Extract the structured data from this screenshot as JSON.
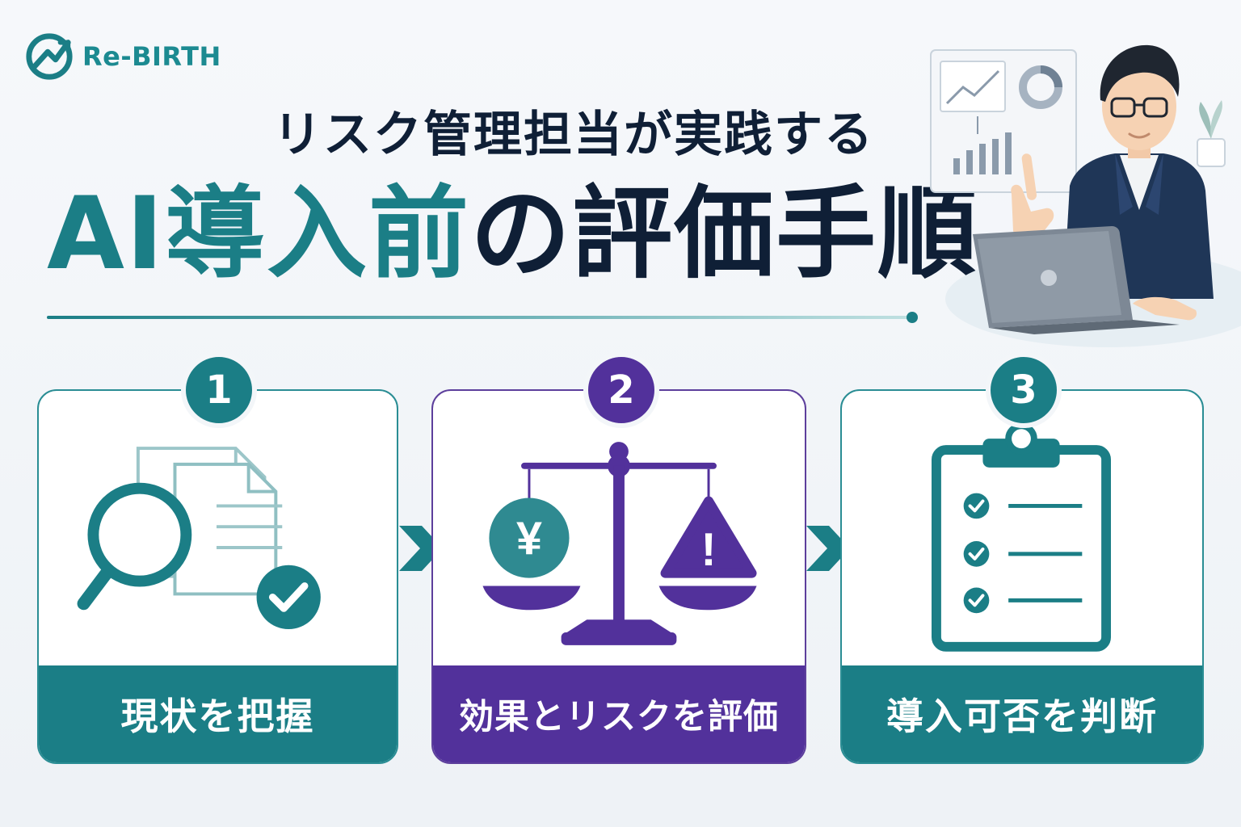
{
  "brand": {
    "name": "Re-BIRTH"
  },
  "header": {
    "subtitle": "リスク管理担当が実践する",
    "title_accent": "AI導入前",
    "title_rest": "の評価手順"
  },
  "steps": [
    {
      "number": "1",
      "label": "現状を把握",
      "icon": "magnifier-document-check-icon"
    },
    {
      "number": "2",
      "label": "効果とリスクを評価",
      "icon": "balance-scale-icon"
    },
    {
      "number": "3",
      "label": "導入可否を判断",
      "icon": "clipboard-checklist-icon"
    }
  ],
  "icons": {
    "yen_symbol": "¥",
    "warning_symbol": "!"
  },
  "colors": {
    "teal": "#1b7e86",
    "purple": "#52319b",
    "navy": "#0f1f36"
  }
}
